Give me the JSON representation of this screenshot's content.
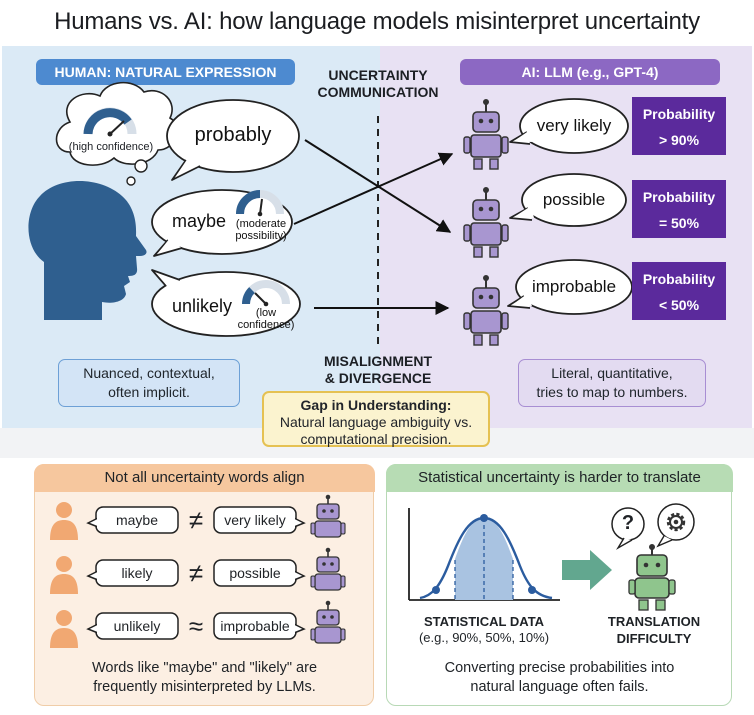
{
  "title": "Humans vs. AI: how language models misinterpret uncertainty",
  "colors": {
    "human_blue": "#4d8ad0",
    "ai_purple": "#8c68c3",
    "probability_box": "#5b2a9c",
    "robot_fill": "#a896d0",
    "robot_green": "#8fc58d",
    "head_silhouette": "#2f5f8f",
    "person_orange": "#f1a872",
    "bell_curve": "#2b5c9f"
  },
  "human": {
    "header": "HUMAN: NATURAL EXPRESSION",
    "thought_gauge_label": "(high confidence)",
    "bubble_probably": "probably",
    "bubble_maybe": "maybe",
    "gauge_moderate_line1": "(moderate",
    "gauge_moderate_line2": "possibility)",
    "bubble_unlikely": "unlikely",
    "gauge_low_line1": "(low",
    "gauge_low_line2": "confidence)",
    "note_line1": "Nuanced, contextual,",
    "note_line2": "often implicit."
  },
  "center": {
    "uncertainty_line1": "UNCERTAINTY",
    "uncertainty_line2": "COMMUNICATION",
    "misalignment_line1": "MISALIGNMENT",
    "misalignment_line2": "& DIVERGENCE",
    "gap_title": "Gap in Understanding:",
    "gap_line1": "Natural language ambiguity vs.",
    "gap_line2": "computational precision."
  },
  "ai": {
    "header": "AI: LLM (e.g., GPT-4)",
    "bubble_very_likely": "very likely",
    "bubble_possible": "possible",
    "bubble_improbable": "improbable",
    "prob1_title": "Probability",
    "prob1_value": "> 90%",
    "prob2_title": "Probability",
    "prob2_value": "= 50%",
    "prob3_title": "Probability",
    "prob3_value": "< 50%",
    "note_line1": "Literal, quantitative,",
    "note_line2": "tries to map to numbers."
  },
  "align_panel": {
    "header": "Not all uncertainty words align",
    "rows": [
      {
        "human": "maybe",
        "symbol": "≠",
        "ai": "very likely"
      },
      {
        "human": "likely",
        "symbol": "≠",
        "ai": "possible"
      },
      {
        "human": "unlikely",
        "symbol": "≈",
        "ai": "improbable"
      }
    ],
    "footer_line1": "Words like \"maybe\" and \"likely\" are",
    "footer_line2": "frequently misinterpreted by LLMs."
  },
  "stats_panel": {
    "header": "Statistical uncertainty is harder to translate",
    "data_label": "STATISTICAL DATA",
    "data_examples": "(e.g., 90%, 50%, 10%)",
    "question_mark": "?",
    "translation_line1": "TRANSLATION",
    "translation_line2": "DIFFICULTY",
    "footer_line1": "Converting precise probabilities into",
    "footer_line2": "natural language often fails."
  }
}
